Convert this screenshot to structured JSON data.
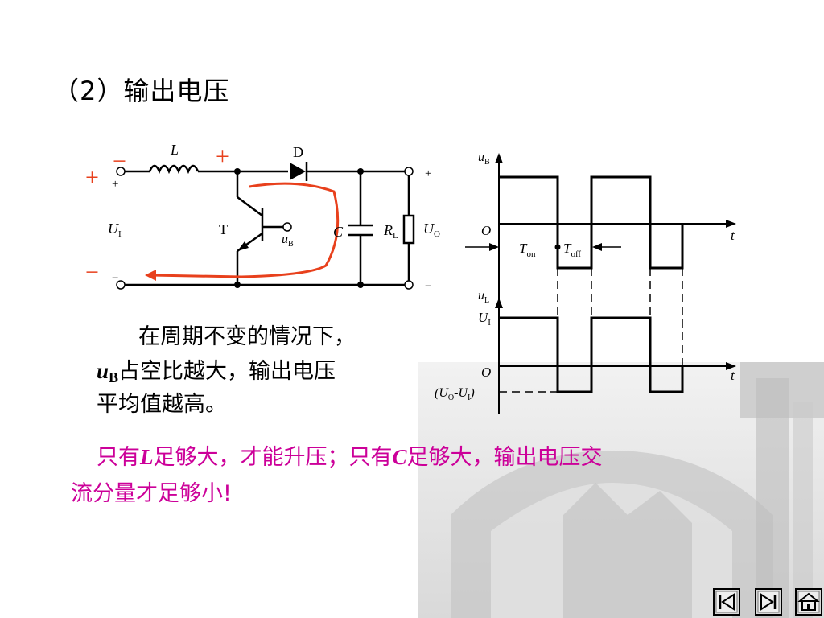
{
  "slide": {
    "title": "（2）输出电压",
    "description": {
      "line1": "在周期不变的情况下，",
      "u_symbol": "u",
      "u_subscript": "B",
      "line2_rest": "占空比越大，输出电压",
      "line3": "平均值越高。"
    },
    "note": {
      "line1_a": "只有",
      "var1": "L",
      "line1_b": "足够大，才能升压；只有",
      "var2": "C",
      "line1_c": "足够大，输出电压交",
      "line2": "流分量才足够小!"
    }
  },
  "circuit": {
    "inductor": "L",
    "diode": "D",
    "transistor": "T",
    "capacitor": "C",
    "load": "R",
    "load_sub": "L",
    "input_voltage": "U",
    "input_sub": "I",
    "output_voltage": "U",
    "output_sub": "O",
    "base_signal": "u",
    "base_sub": "B",
    "plus": "+",
    "minus": "−",
    "red_plus": "+",
    "red_minus": "−",
    "current_path_color": "#e8401c"
  },
  "waveforms": {
    "ub_label": "u",
    "ub_sub": "B",
    "ul_label": "u",
    "ul_sub": "L",
    "origin": "O",
    "time": "t",
    "ton": "T",
    "ton_sub": "on",
    "toff": "T",
    "toff_sub": "off",
    "ui_level": "U",
    "ui_sub": "I",
    "neg_level_open": "(U",
    "neg_o_sub": "O",
    "neg_mid": "-U",
    "neg_i_sub": "I",
    "neg_close": ")"
  },
  "nav": {
    "prev_icon": "first-page-icon",
    "next_icon": "last-page-icon",
    "home_icon": "home-icon"
  }
}
